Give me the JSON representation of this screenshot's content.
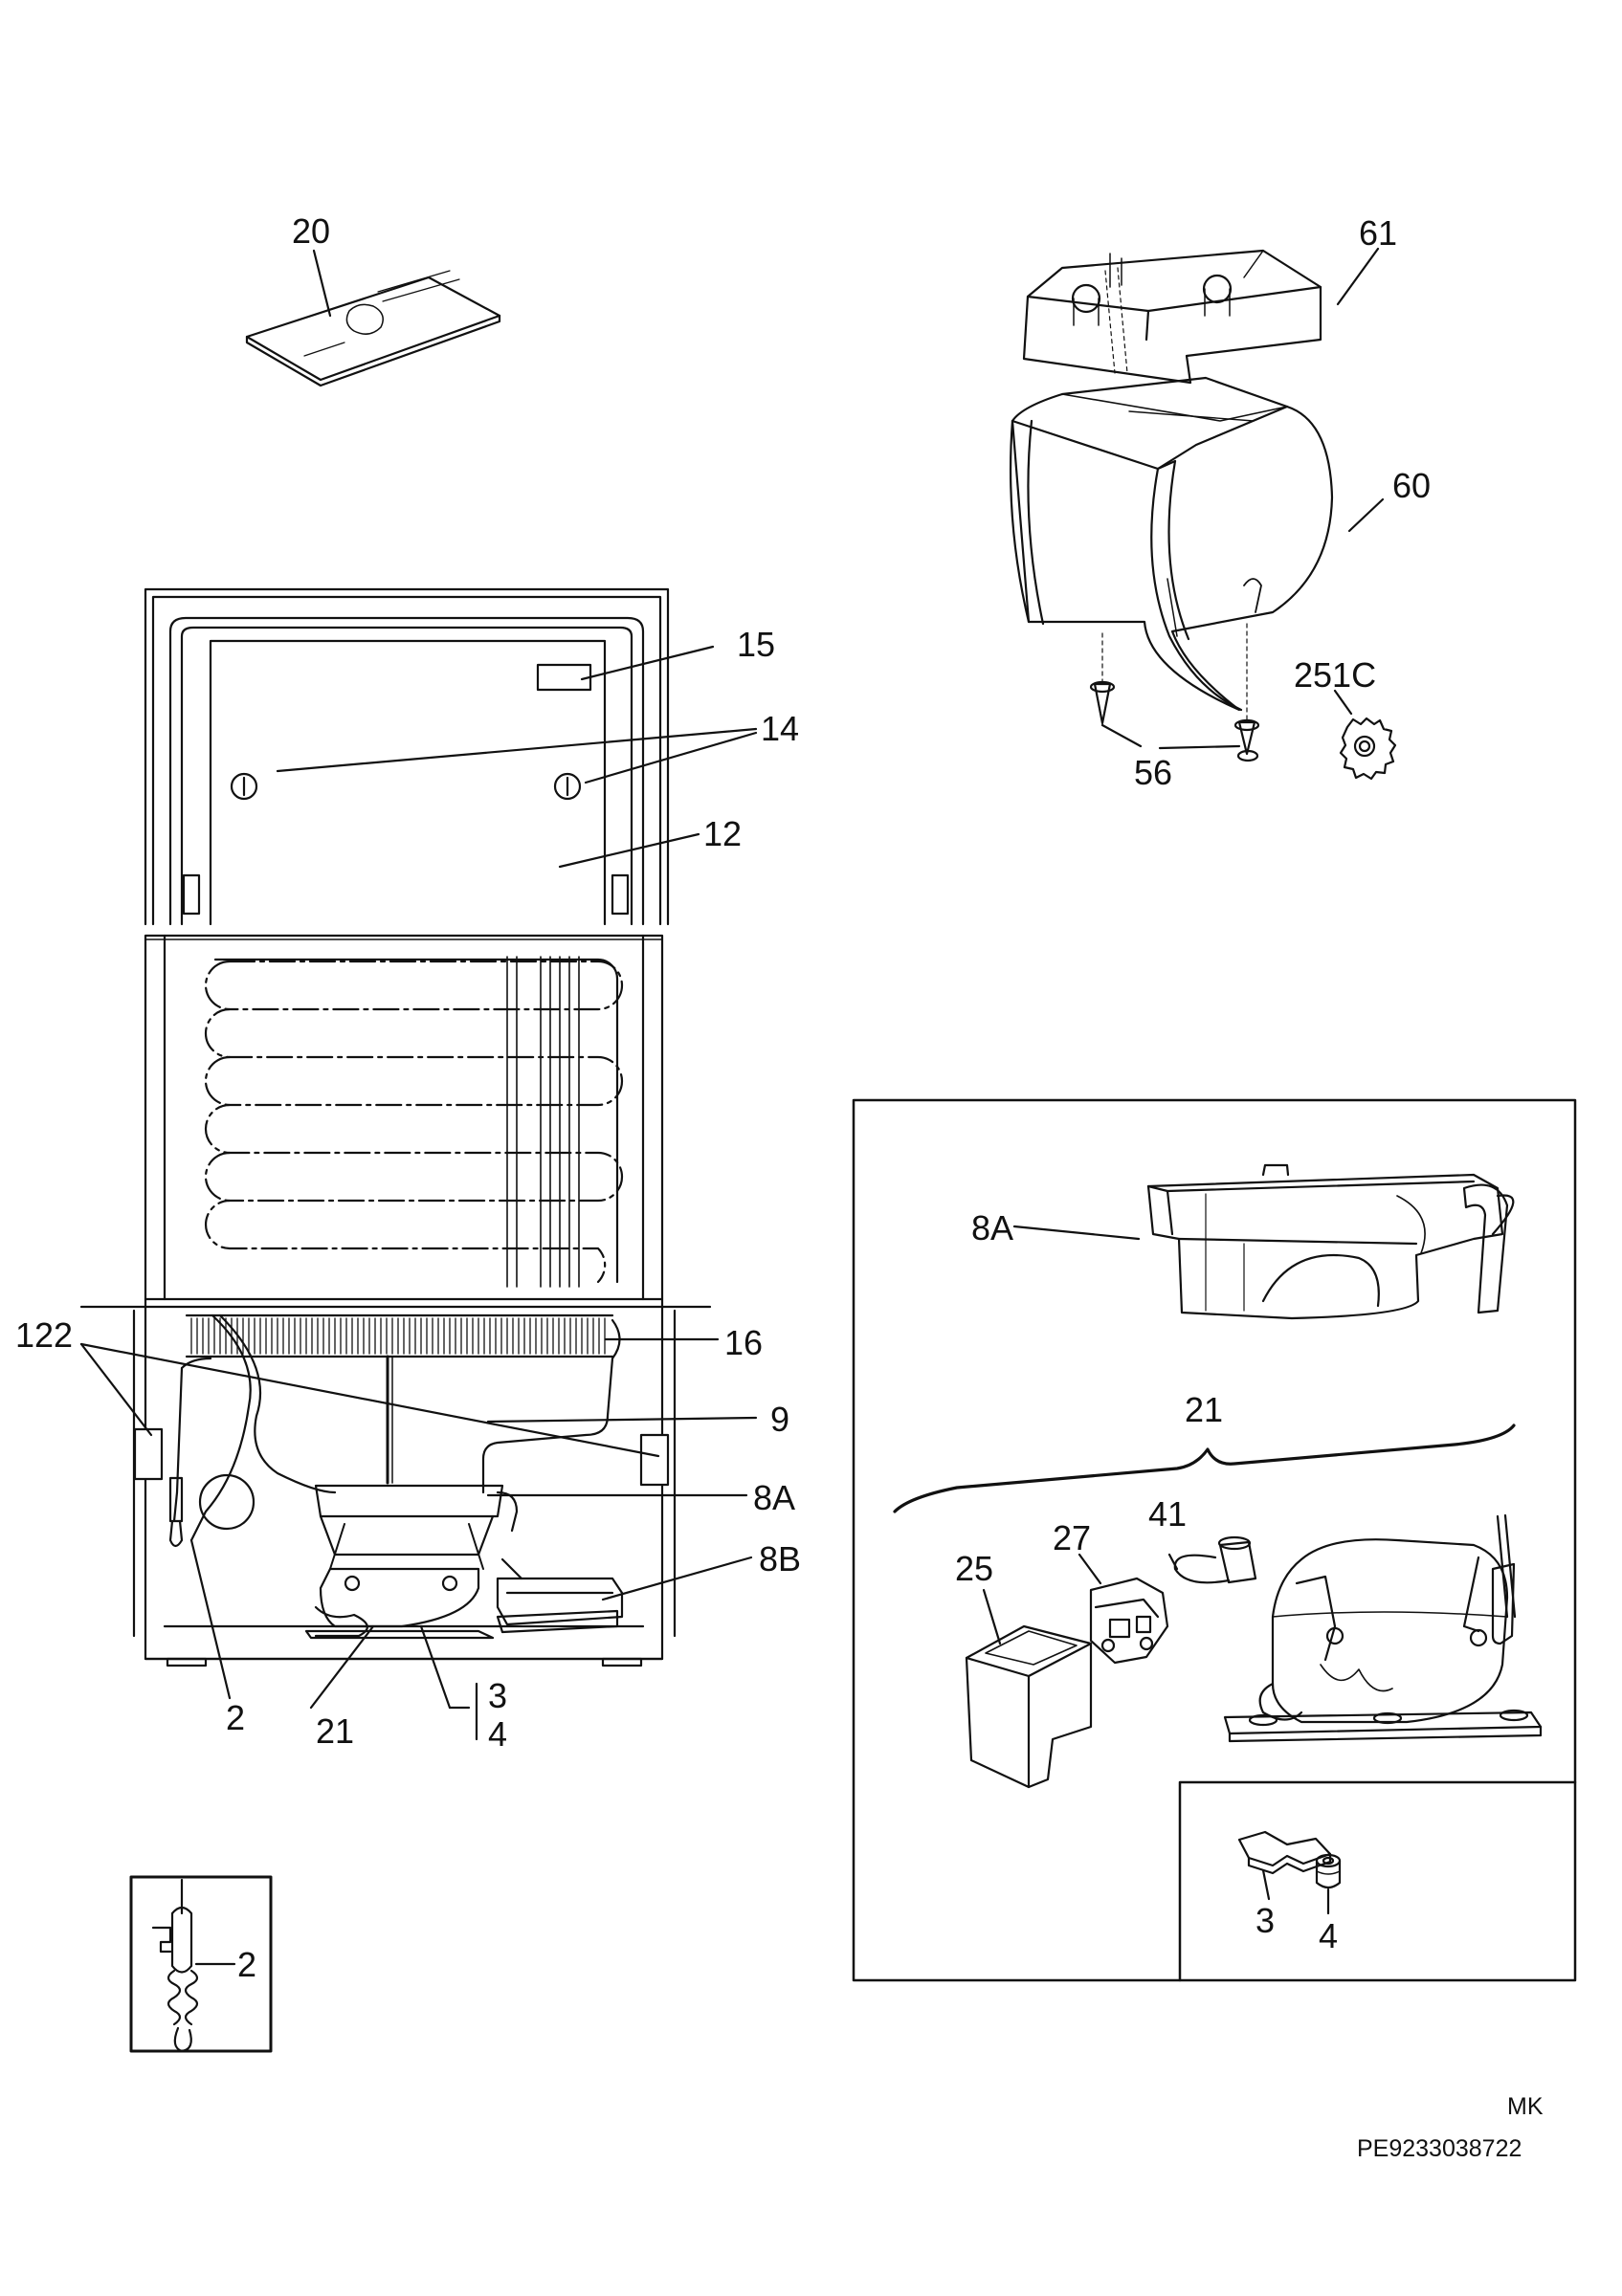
{
  "labels": {
    "l20": "20",
    "l61": "61",
    "l60": "60",
    "l15": "15",
    "l14": "14",
    "l12": "12",
    "l251c": "251C",
    "l56": "56",
    "l122": "122",
    "l16": "16",
    "l9": "9",
    "l8a_main": "8A",
    "l8b": "8B",
    "l2_main": "2",
    "l21_main": "21",
    "l3_main": "3",
    "l4_main": "4",
    "l2_detail": "2",
    "l8a_box": "8A",
    "l21_box": "21",
    "l41": "41",
    "l27": "27",
    "l25": "25",
    "l3_box": "3",
    "l4_box": "4"
  },
  "footer": {
    "code": "MK",
    "part_number": "PE9233038722"
  }
}
